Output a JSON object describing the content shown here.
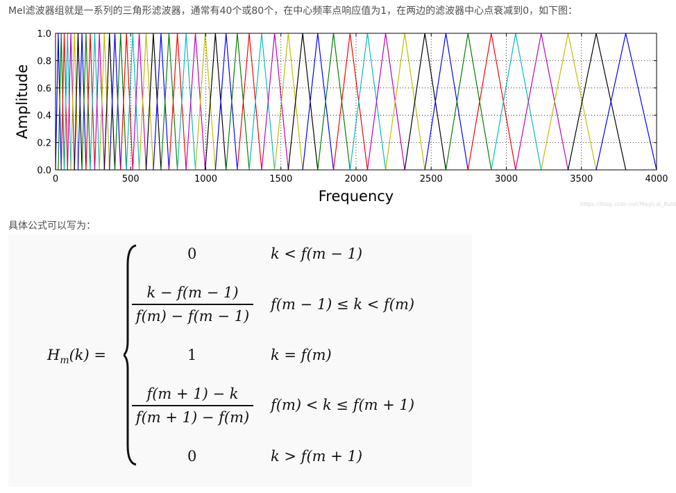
{
  "intro_text": "Mel滤波器组就是一系列的三角形滤波器，通常有40个或80个，在中心频率点响应值为1，在两边的滤波器中心点衰减到0，如下图：",
  "formula_intro_text": "具体公式可以写为：",
  "watermark": "https://blog.csdn.net/Magical_Bubble",
  "colors": {
    "series_cycle": [
      "#0000ff",
      "#008000",
      "#ff0000",
      "#00bfbf",
      "#bf00bf",
      "#bfbf00",
      "#000000"
    ]
  },
  "chart_data": {
    "type": "line",
    "xlabel": "Frequency",
    "ylabel": "Amplitude",
    "xlim": [
      0,
      4000
    ],
    "ylim": [
      0,
      1.0
    ],
    "xticks": [
      "0",
      "500",
      "1000",
      "1500",
      "2000",
      "2500",
      "3000",
      "3500",
      "4000"
    ],
    "yticks": [
      "0.0",
      "0.2",
      "0.4",
      "0.6",
      "0.8",
      "1.0"
    ],
    "grid": true,
    "filter_centers_hz": [
      0,
      18,
      38,
      58,
      80,
      102,
      126,
      150,
      176,
      203,
      231,
      261,
      292,
      325,
      359,
      395,
      433,
      472,
      514,
      557,
      603,
      651,
      702,
      755,
      811,
      869,
      931,
      996,
      1064,
      1135,
      1210,
      1289,
      1372,
      1458,
      1549,
      1645,
      1745,
      1850,
      1960,
      2076,
      2197,
      2324,
      2458,
      2598,
      2745,
      2900,
      3062,
      3232,
      3411,
      3598,
      3795,
      4000
    ],
    "peak_amplitude": 1.0
  },
  "formula": {
    "lhs_H": "H",
    "lhs_sub": "m",
    "lhs_arg": "(k) =",
    "cases": [
      {
        "expr": "0",
        "cond": "k < f(m − 1)"
      },
      {
        "num": "k − f(m − 1)",
        "den": "f(m) − f(m − 1)",
        "cond": "f(m − 1) ≤ k < f(m)"
      },
      {
        "expr": "1",
        "cond": "k = f(m)"
      },
      {
        "num": "f(m + 1) − k",
        "den": "f(m + 1) − f(m)",
        "cond": "f(m) < k ≤ f(m + 1)"
      },
      {
        "expr": "0",
        "cond": "k > f(m + 1)"
      }
    ]
  }
}
